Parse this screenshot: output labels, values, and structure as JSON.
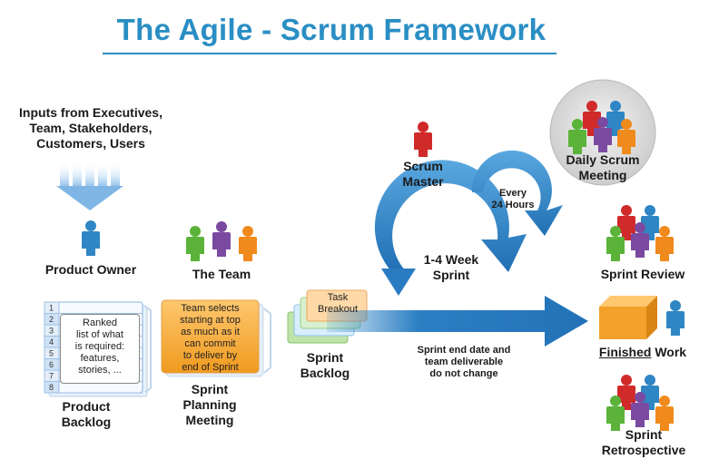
{
  "title": "The Agile - Scrum Framework",
  "inputs": {
    "lines": [
      "Inputs from Executives,",
      "Team, Stakeholders,",
      "Customers, Users"
    ]
  },
  "product_owner": "Product Owner",
  "the_team": "The Team",
  "scrum_master": [
    "Scrum",
    "Master"
  ],
  "daily_scrum": [
    "Daily Scrum",
    "Meeting"
  ],
  "every_24": [
    "Every",
    "24 Hours"
  ],
  "sprint_cycle": [
    "1-4 Week",
    "Sprint"
  ],
  "sprint_review": "Sprint Review",
  "finished_work": {
    "underlined": "Finished",
    "rest": " Work"
  },
  "sprint_retro": [
    "Sprint",
    "Retrospective"
  ],
  "product_backlog": {
    "label": [
      "Product",
      "Backlog"
    ],
    "rows": [
      "1",
      "2",
      "3",
      "4",
      "5",
      "6",
      "7",
      "8"
    ],
    "note": [
      "Ranked",
      "list of what",
      "is required:",
      "features,",
      "stories, ..."
    ]
  },
  "sprint_planning": {
    "label": [
      "Sprint",
      "Planning",
      "Meeting"
    ],
    "note": [
      "Team selects",
      "starting at top",
      "as much as it",
      "can commit",
      "to deliver by",
      "end of Sprint"
    ]
  },
  "sprint_backlog": {
    "label": [
      "Sprint",
      "Backlog"
    ],
    "task": [
      "Task",
      "Breakout"
    ]
  },
  "sprint_end_note": [
    "Sprint end date and",
    "team deliverable",
    "do not change"
  ],
  "colors": {
    "title": "#2a8ec4",
    "arrow_blue": "#2b7fc3",
    "person_blue": "#2f86c4",
    "person_red": "#d02a2a",
    "person_green": "#5bb33a",
    "person_purple": "#7a4aa0",
    "person_orange": "#f08a1c",
    "backlog_blue": "#5b9bd5",
    "planning_orange": "#f7b667",
    "box_orange": "#f3a12a"
  }
}
